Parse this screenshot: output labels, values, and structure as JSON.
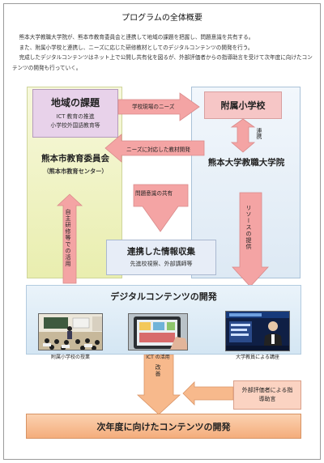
{
  "title": "プログラムの全体概要",
  "intro": {
    "p1": "熊本大学教職大学院が、熊本市教育委員会と連携して地域の課題を把握し、問題意識を共有する。",
    "p2": "また、附属小学校と連携し、ニーズに応じた研修教材としてのデジタルコンテンツの開発を行う。",
    "p3": "完成したデジタルコンテンツはネット上で公開し共有化を図るが、外部評価者からの指導助言を受けて次年度に向けたコンテンツの開発も行っていく。"
  },
  "diagram": {
    "issue": {
      "heading": "地域の課題",
      "line1": "ICT 教育の推進",
      "line2": "小学校外国語教育等"
    },
    "board": {
      "name": "熊本市教育委員会",
      "sub": "（熊本市教育センター）"
    },
    "school": "附属小学校",
    "university": "熊本大学教職大学院",
    "arrows": {
      "needs": "学校現場のニーズ",
      "renkei": "連携",
      "materials": "ニーズに対応した教材開発",
      "mondai": "問題意識の共有",
      "jishu": "自主研修等での活用",
      "resource": "リソースの提供",
      "kaizen": "改善"
    },
    "info": {
      "heading": "連携した情報収集",
      "sub": "先進校視察、外部講師等"
    },
    "digital": {
      "heading": "デジタルコンテンツの開発",
      "captions": [
        "附属小学校の授業",
        "ICT の活用",
        "大学教員による講座"
      ]
    },
    "external": {
      "line1": "外部評価者による指",
      "line2": "導助言"
    },
    "final": "次年度に向けたコンテンツの開発"
  },
  "colors": {
    "issue_bg": "#e8d2ea",
    "board_bg": "#eef2c2",
    "univ_bg": "#e3edf6",
    "school_bg": "#f6c6c6",
    "arrow_pink": "#f4a4a4",
    "final_bg": "#f7b98c"
  }
}
